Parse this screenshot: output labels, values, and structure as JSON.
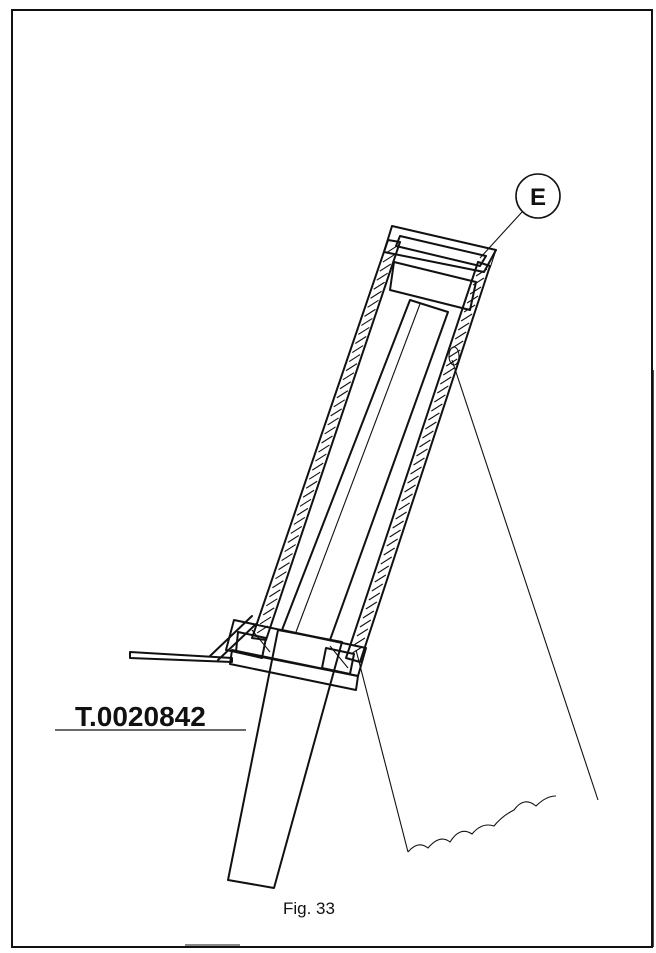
{
  "labels": {
    "callout_letter": "E",
    "part_number": "T.0020842",
    "caption": "Fig. 33"
  }
}
